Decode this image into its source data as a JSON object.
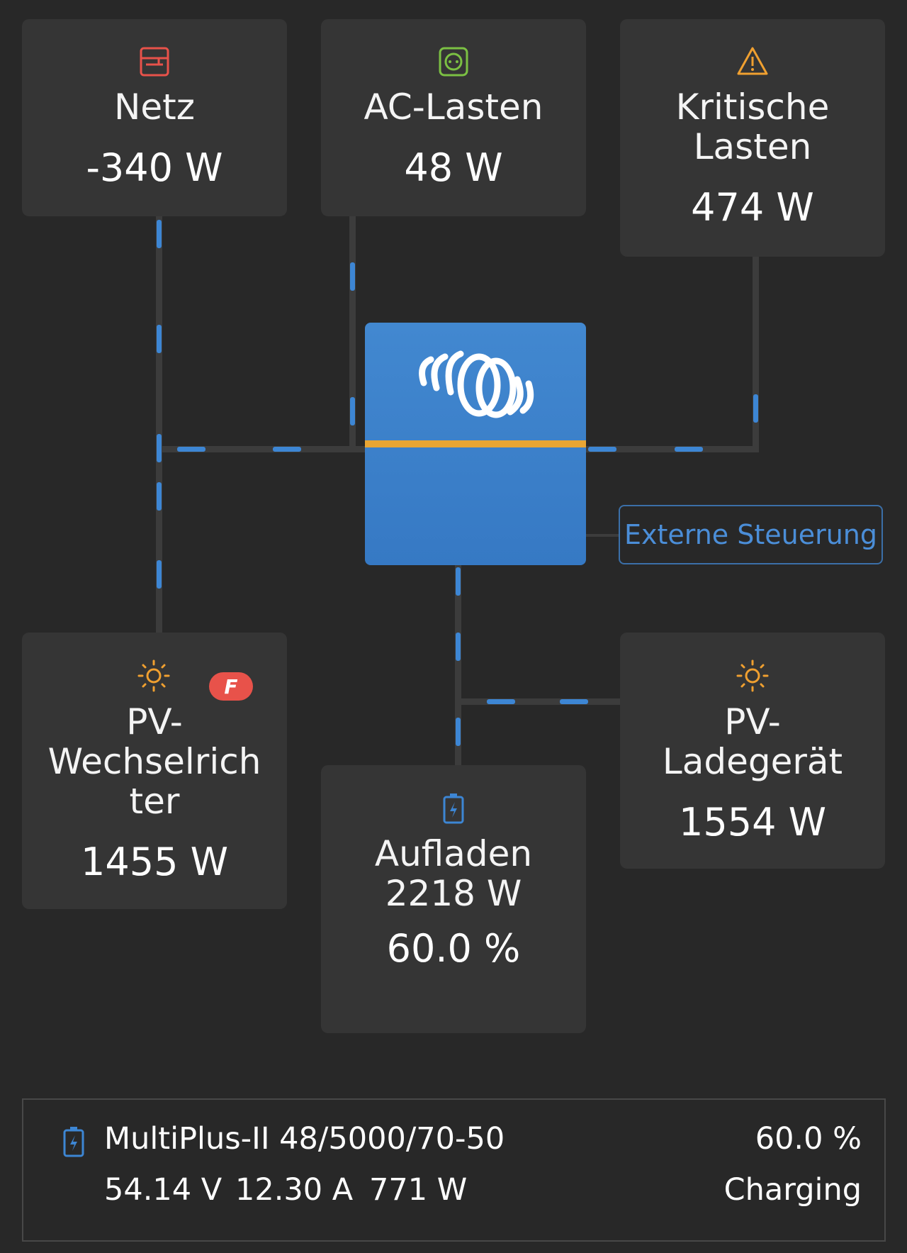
{
  "tiles": {
    "grid": {
      "title": "Netz",
      "value": "-340 W",
      "icon": "grid-meter-icon",
      "color": "#e8524a"
    },
    "ac_loads": {
      "title": "AC-Lasten",
      "value": "48 W",
      "icon": "socket-icon",
      "color": "#7bc043"
    },
    "critical_loads": {
      "title_line1": "Kritische",
      "title_line2": "Lasten",
      "value": "474 W",
      "icon": "warning-icon",
      "color": "#f0a030"
    },
    "pv_inverter": {
      "title_line1": "PV-",
      "title_line2": "Wechselrich",
      "title_line3": "ter",
      "value": "1455 W",
      "icon": "sun-icon",
      "badge": "F",
      "badge_icon": "fronius-badge-icon",
      "color": "#f0a030"
    },
    "battery": {
      "title": "Aufladen",
      "power": "2218 W",
      "soc": "60.0 %",
      "icon": "battery-icon",
      "color": "#3d86d4"
    },
    "pv_charger": {
      "title_line1": "PV-",
      "title_line2": "Ladegerät",
      "value": "1554 W",
      "icon": "sun-icon",
      "color": "#f0a030"
    }
  },
  "inverter": {
    "icon": "victron-logo-icon",
    "stripe_color": "#e8a534"
  },
  "external_control": {
    "label": "Externe Steuerung"
  },
  "device": {
    "name": "MultiPlus-II 48/5000/70-50",
    "voltage": "54.14 V",
    "current": "12.30 A",
    "power": "771 W",
    "soc": "60.0 %",
    "state": "Charging",
    "icon": "battery-icon"
  }
}
